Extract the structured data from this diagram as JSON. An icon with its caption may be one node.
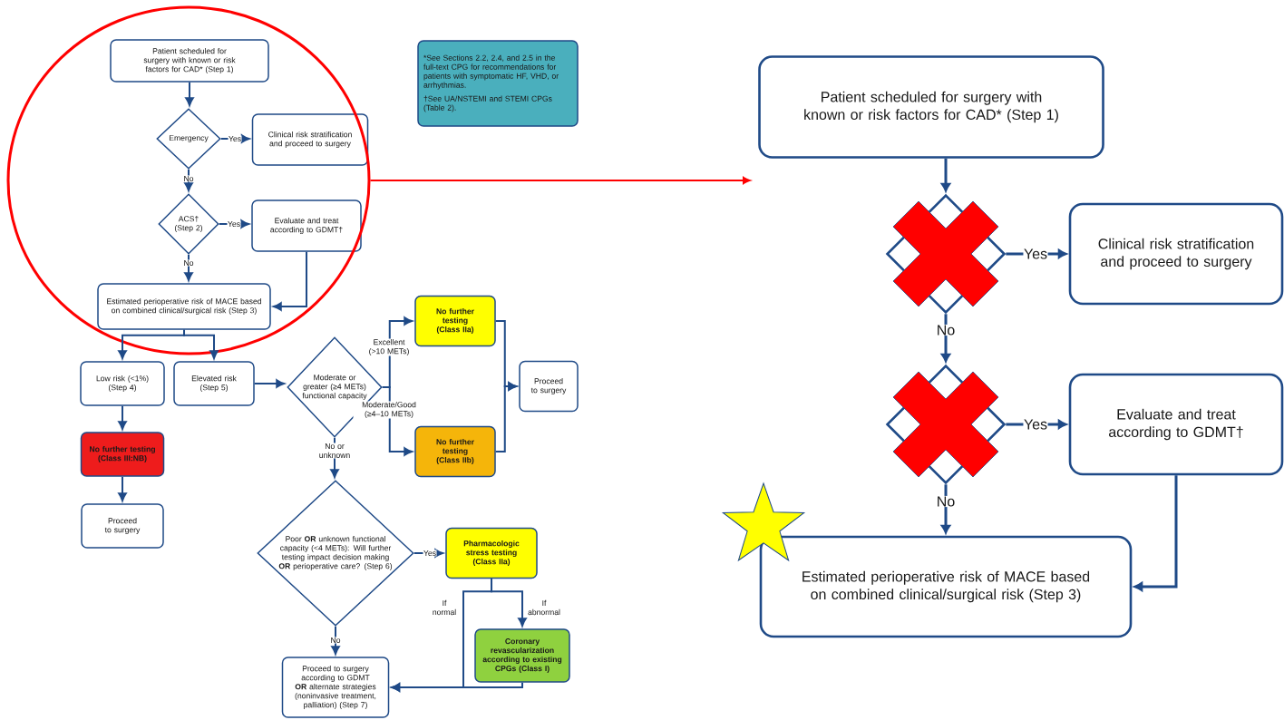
{
  "diagram": {
    "nodes": [
      {
        "text": [
          "Patient scheduled for surgery with known or risk factors for CAD* (Step 1)"
        ],
        "in": 19
      },
      {
        "text": [
          "Emergency"
        ],
        "in": 19
      },
      {
        "text": [
          "Clinical risk stratification and proceed to surgery"
        ],
        "in": 19
      },
      {
        "text": [
          "ACS† (Step 2)"
        ],
        "in": 19
      },
      {
        "text": [
          "Evaluate and treat according to GDMT†"
        ],
        "in": 19
      },
      {
        "text": [
          "Estimated perioperative risk of MACE based on combined clinical/surgical risk (Step 3)"
        ],
        "in": 19
      },
      {
        "text": [
          "Low risk (<1%) (Step 4)"
        ]
      },
      {
        "text": [
          "Elevated risk (Step 5)"
        ]
      },
      {
        "text": [
          "Moderate or greater (≥4 METs) functional capacity"
        ]
      },
      {
        "text": [
          "No further testing (Class IIa)"
        ]
      },
      {
        "text": [
          "No further testing (Class IIb)"
        ]
      },
      {
        "text": [
          "Proceed to surgery"
        ]
      },
      {
        "text": [
          "No further testing (Class III:NB)"
        ]
      },
      {
        "text": [
          "Proceed to surgery"
        ]
      },
      {
        "text": [
          "Poor **OR** unknown functional capacity (<4 METs): Will further testing impact decision making **OR** perioperative care? (Step 6)"
        ]
      },
      {
        "text": [
          "Pharmacologic stress testing (Class IIa)"
        ]
      },
      {
        "text": [
          "Coronary revascularization according to existing CPGs (Class I)"
        ]
      },
      {
        "text": [
          "Proceed to surgery according to GDMT **OR** alternate strategies (noninvasive treatment, palliation) (Step 7)"
        ]
      },
      {
        "text": [
          "*See Sections 2.2, 2.4, and 2.5 in the full-text CPG for recommendations for patients with symptomatic HF, VHD, or arrhythmias.",
          "†See UA/NSTEMI and STEMI CPGs (Table 2)."
        ]
      },
      {
        "text": [],
        "shape": "circle"
      },
      {
        "text": [
          "Patient scheduled for surgery with known or risk factors for CAD* (Step 1)"
        ]
      },
      {
        "text": [],
        "shape": "diamond"
      },
      {
        "text": [
          "Clinical risk stratification and proceed to surgery"
        ]
      },
      {
        "text": [],
        "shape": "diamond"
      },
      {
        "text": [
          "Evaluate and treat according to GDMT†"
        ]
      },
      {
        "text": [
          "Estimated perioperative risk of MACE based on combined clinical/surgical risk (Step 3)"
        ]
      },
      {
        "text": [],
        "shape": "cross",
        "in": 21
      },
      {
        "text": [],
        "shape": "cross",
        "in": 23
      },
      {
        "text": [],
        "shape": "star"
      }
    ],
    "edges": [
      {
        "from": 0,
        "to": 1,
        "arrow": "to"
      },
      {
        "from": 1,
        "to": 2,
        "arrow": "to",
        "label": "Yes"
      },
      {
        "from": 1,
        "to": 3,
        "arrow": "to",
        "label": "No"
      },
      {
        "from": 3,
        "to": 4,
        "arrow": "to",
        "label": "Yes"
      },
      {
        "from": 3,
        "to": 5,
        "arrow": "to",
        "label": "No"
      },
      {
        "from": 4,
        "to": 5,
        "arrow": "to"
      },
      {
        "from": 5,
        "to": 6,
        "arrow": "to"
      },
      {
        "from": 5,
        "to": 7,
        "arrow": "to"
      },
      {
        "from": 6,
        "to": 12,
        "arrow": "to"
      },
      {
        "from": 12,
        "to": 13,
        "arrow": "to"
      },
      {
        "from": 7,
        "to": 8,
        "arrow": "to"
      },
      {
        "from": 8,
        "to": 9,
        "arrow": "to",
        "label": "Excellent (>10 METs)"
      },
      {
        "from": 8,
        "to": 10,
        "arrow": "to",
        "label": "Moderate/Good (≥4–10 METs)"
      },
      {
        "from": 9,
        "to": 11,
        "arrow": "to"
      },
      {
        "from": 10,
        "to": 11,
        "arrow": "to"
      },
      {
        "from": 8,
        "to": 14,
        "arrow": "to",
        "label": "No or unknown"
      },
      {
        "from": 14,
        "to": 15,
        "arrow": "to",
        "label": "Yes"
      },
      {
        "from": 14,
        "to": 17,
        "arrow": "to",
        "label": "No"
      },
      {
        "from": 15,
        "to": 17,
        "arrow": "to",
        "label": "If normal"
      },
      {
        "from": 15,
        "to": 16,
        "arrow": "to",
        "label": "If abnormal"
      },
      {
        "from": 16,
        "to": 17,
        "arrow": "to"
      },
      {
        "from": 20,
        "to": 21,
        "arrow": "to"
      },
      {
        "from": 21,
        "to": 22,
        "arrow": "to",
        "label": "Yes"
      },
      {
        "from": 21,
        "to": 23,
        "arrow": "to",
        "label": "No"
      },
      {
        "from": 23,
        "to": 24,
        "arrow": "to",
        "label": "Yes"
      },
      {
        "from": 23,
        "to": 25,
        "arrow": "to",
        "label": "No"
      },
      {
        "from": 24,
        "to": 25,
        "arrow": "to"
      },
      {
        "from": 19,
        "to": null,
        "arrow": "to",
        "color": "#ff0000"
      }
    ]
  }
}
